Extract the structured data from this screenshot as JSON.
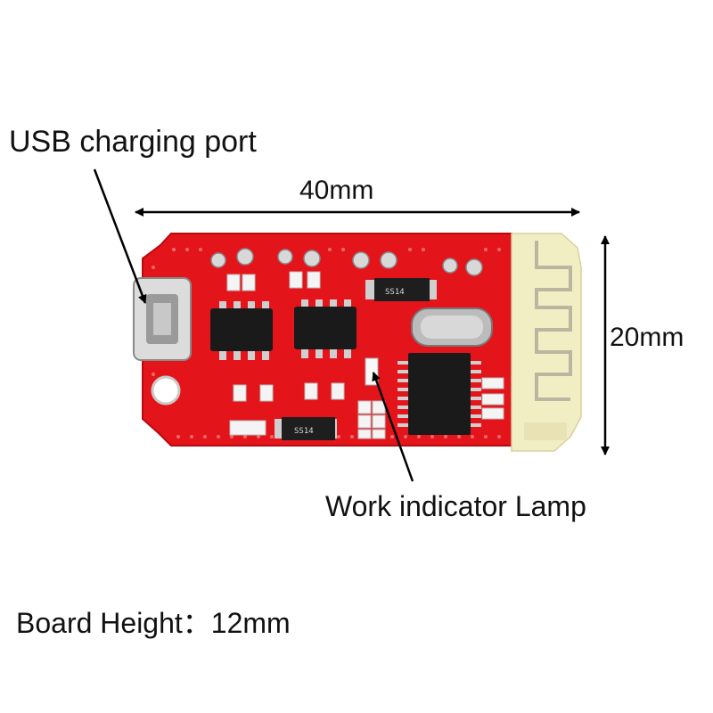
{
  "labels": {
    "usb_port": "USB charging port",
    "length": "40mm",
    "width": "20mm",
    "indicator": "Work indicator Lamp",
    "board_height": "Board Height：12mm"
  },
  "chip_markings": {
    "diode_top": "SS14",
    "diode_bottom": "SS14"
  },
  "colors": {
    "pcb": "#e4141b",
    "antenna": "#f2eec4",
    "arrow": "#000000"
  }
}
